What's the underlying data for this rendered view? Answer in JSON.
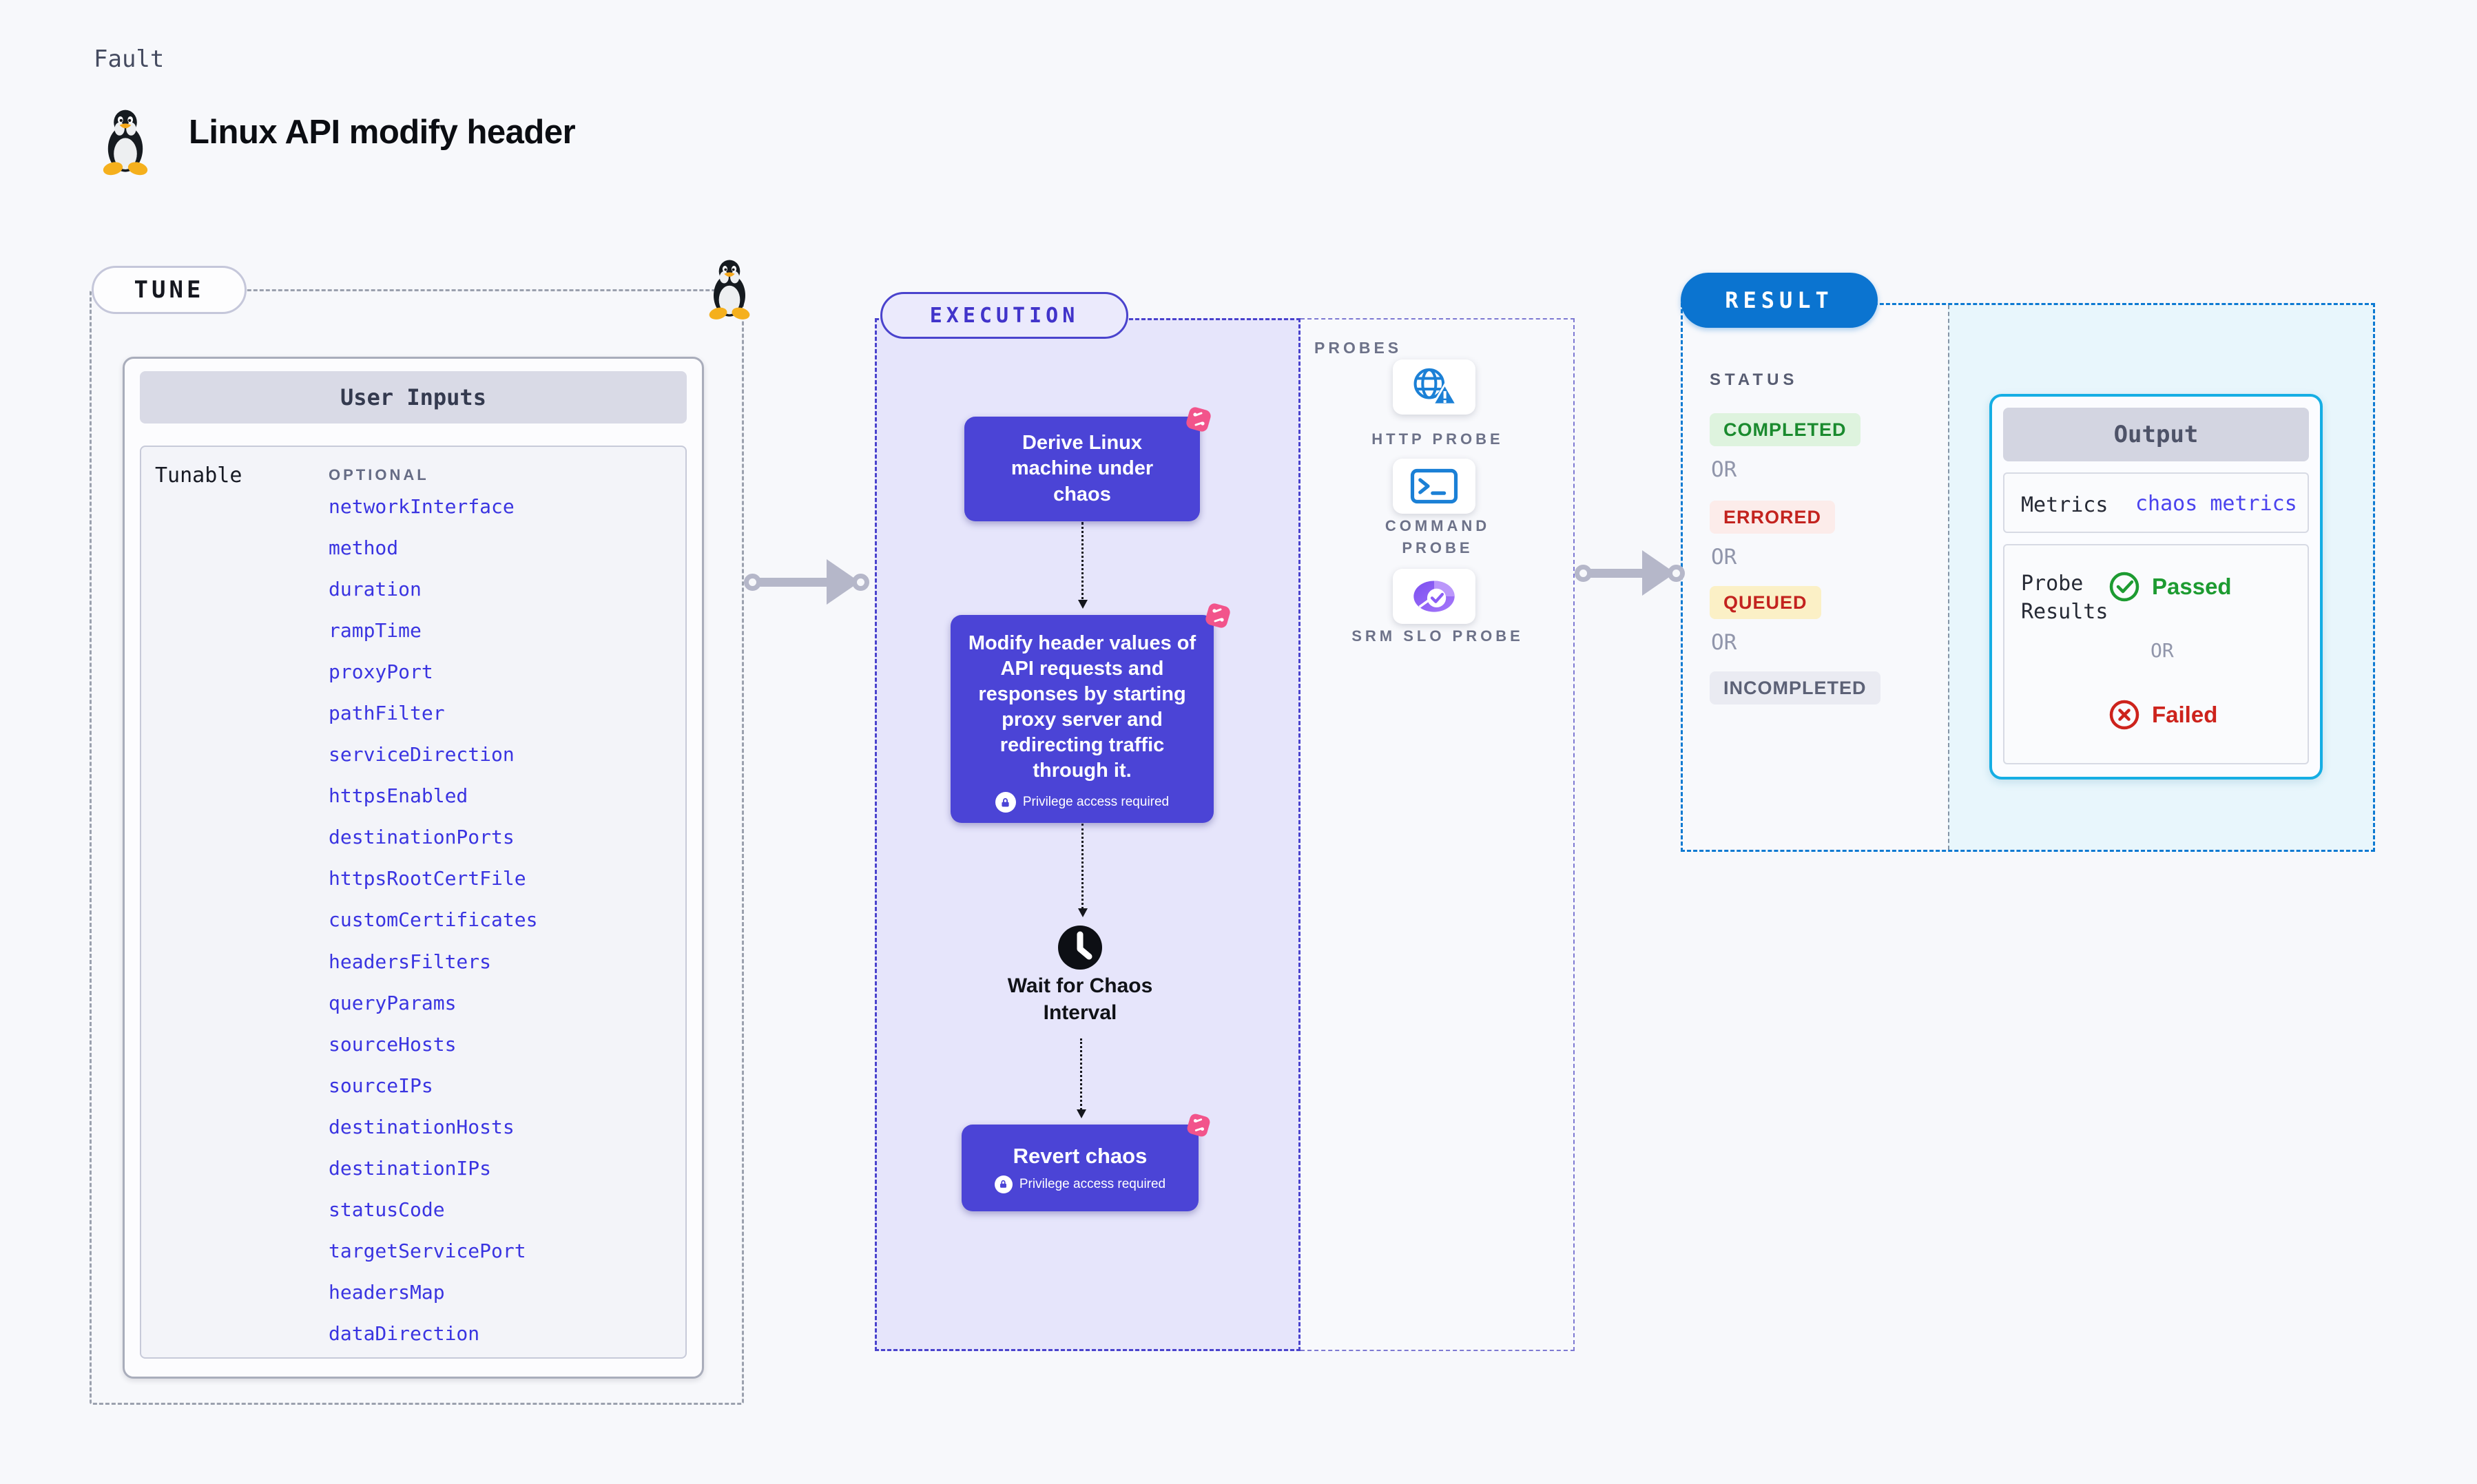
{
  "header": {
    "kicker": "Fault",
    "title": "Linux API modify header"
  },
  "tune": {
    "label": "TUNE",
    "table": {
      "title": "User Inputs",
      "row_label": "Tunable",
      "column_header": "OPTIONAL",
      "tunables": [
        "networkInterface",
        "method",
        "duration",
        "rampTime",
        "proxyPort",
        "pathFilter",
        "serviceDirection",
        "httpsEnabled",
        "destinationPorts",
        "httpsRootCertFile",
        "customCertificates",
        "headersFilters",
        "queryParams",
        "sourceHosts",
        "sourceIPs",
        "destinationHosts",
        "destinationIPs",
        "statusCode",
        "targetServicePort",
        "headersMap",
        "dataDirection"
      ]
    }
  },
  "execution": {
    "label": "EXECUTION",
    "steps": {
      "derive": "Derive Linux machine under chaos",
      "inject": "Modify header values of API requests and responses by starting proxy server and redirecting traffic through it.",
      "wait": "Wait for Chaos Interval",
      "revert": "Revert chaos"
    },
    "privilege_note": "Privilege access required"
  },
  "probes": {
    "label": "PROBES",
    "items": [
      {
        "label": "HTTP PROBE",
        "icon": "globe-alert-icon"
      },
      {
        "label": "COMMAND PROBE",
        "icon": "terminal-icon"
      },
      {
        "label": "SRM SLO PROBE",
        "icon": "slo-pie-check-icon"
      }
    ]
  },
  "result": {
    "label": "RESULT",
    "status_heading": "STATUS",
    "or_separator": "OR",
    "statuses": [
      {
        "text": "COMPLETED",
        "tone": "green"
      },
      {
        "text": "ERRORED",
        "tone": "red"
      },
      {
        "text": "QUEUED",
        "tone": "yellow"
      },
      {
        "text": "INCOMPLETED",
        "tone": "gray"
      }
    ],
    "output": {
      "title": "Output",
      "metrics_label": "Metrics",
      "metrics_link": "chaos metrics",
      "probe_results_label": "Probe Results",
      "passed": "Passed",
      "failed": "Failed"
    }
  },
  "colors": {
    "page_bg": "#f7f8fb",
    "node_indigo": "#4b44d6",
    "execution_fill": "#e6e5fb",
    "execution_border": "#4a43cd",
    "tunable_link": "#3a34e1",
    "arrow_gray": "#b5b7c9",
    "result_blue": "#0b74d0",
    "output_cyan_border": "#15aee4",
    "result_cyan_fill": "#e8f6fc",
    "passed_green": "#1d9b31",
    "failed_red": "#cd231c",
    "queued_yellow_bg": "#fbf0c6",
    "chaos_pink": "#f2548b",
    "probe_icon_blue": "#1b80d6"
  }
}
